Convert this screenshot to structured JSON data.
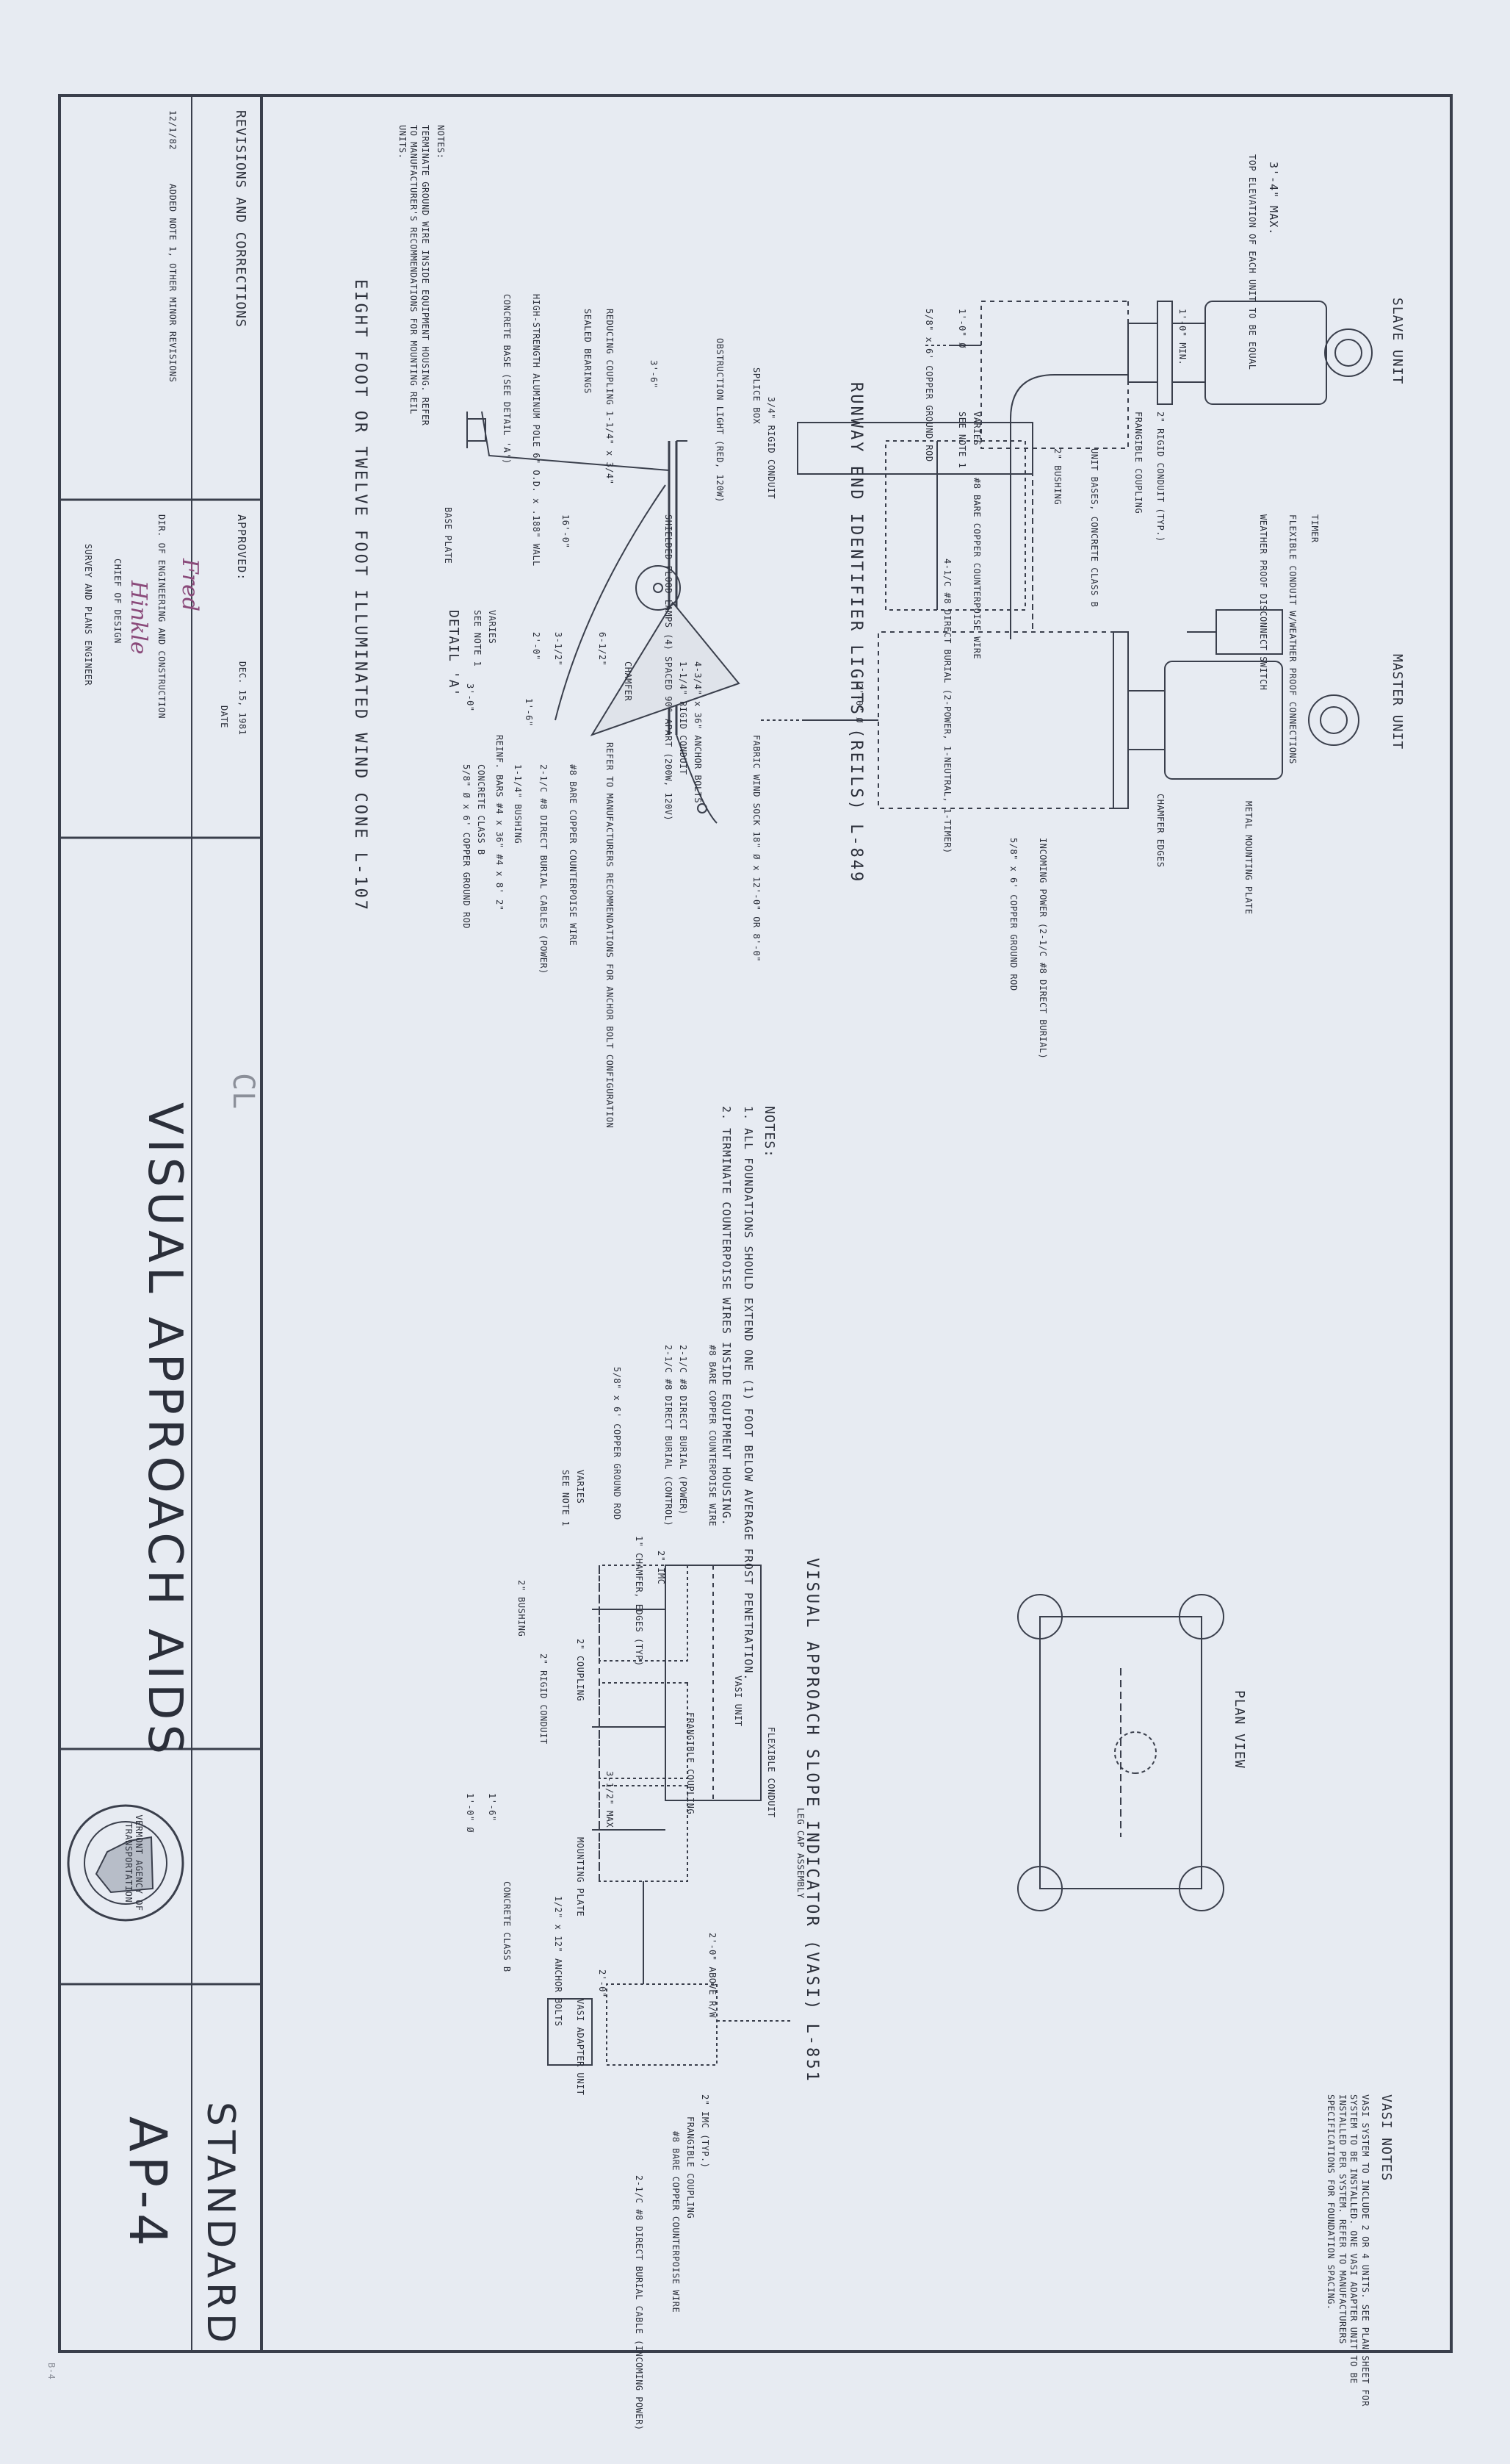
{
  "sheet": {
    "title": "VISUAL APPROACH AIDS",
    "mark": "CL",
    "standard_label": "STANDARD",
    "standard_number": "AP-4",
    "agency_seal": "VERMONT AGENCY OF TRANSPORTATION",
    "sheet_mark": "B-4"
  },
  "revisions": {
    "header": "REVISIONS AND CORRECTIONS",
    "date": "12/1/82",
    "entry": "ADDED NOTE 1, OTHER MINOR REVISIONS"
  },
  "approval": {
    "label": "APPROVED:",
    "date_value": "DEC. 15, 1981",
    "date_label": "DATE",
    "signer1": "DIR. OF ENGINEERING AND CONSTRUCTION",
    "signer2": "CHIEF OF DESIGN",
    "signer3": "SURVEY AND PLANS ENGINEER"
  },
  "reil": {
    "title": "RUNWAY END IDENTIFIER LIGHTS (REILS) L-849",
    "slave_unit": "SLAVE UNIT",
    "master_unit": "MASTER UNIT",
    "max_width": "3'-4\" MAX.",
    "top_elevation": "TOP ELEVATION OF EACH UNIT TO BE EQUAL",
    "rigid_conduit": "2\" RIGID CONDUIT (TYP.)",
    "frangible": "FRANGIBLE COUPLING",
    "timer": "TIMER",
    "flex_conduit": "FLEXIBLE CONDUIT W/WEATHER PROOF CONNECTIONS",
    "disconnect": "WEATHER PROOF DISCONNECT SWITCH",
    "unit_bases": "UNIT BASES, CONCRETE CLASS B",
    "bushing": "2\" BUSHING",
    "counterpoise": "#8 BARE COPPER COUNTERPOISE WIRE",
    "cables": "4-1/C #8 DIRECT BURIAL (2-POWER, 1-NEUTRAL, 1-TIMER)",
    "metal_plate": "METAL MOUNTING PLATE",
    "chamfer": "CHAMFER EDGES",
    "incoming_power": "INCOMING POWER (2-1/C #8 DIRECT BURIAL)",
    "ground_rod": "5/8\" x 6' COPPER GROUND ROD",
    "ground_rod_left": "5/8\" x 6' COPPER GROUND ROD",
    "one_ft_min": "1'-0\" MIN.",
    "varies": "VARIES",
    "see_note": "SEE NOTE 1",
    "dia_left": "1'-0\" Ø",
    "dia_right": "2'-0\" Ø",
    "notes_header": "NOTES:",
    "notes_body": "TERMINATE GROUND WIRE INSIDE EQUIPMENT HOUSING. REFER TO MANUFACTURER'S RECOMMENDATIONS FOR MOUNTING REIL UNITS."
  },
  "windcone": {
    "title": "EIGHT FOOT OR TWELVE FOOT ILLUMINATED WIND CONE L-107",
    "obstruction": "OBSTRUCTION LIGHT (RED, 120W)",
    "splice_box": "SPLICE BOX",
    "rigid": "3/4\" RIGID CONDUIT",
    "reducing": "REDUCING COUPLING 1-1/4\" x 3/4\"",
    "sealed": "SEALED BEARINGS",
    "pole": "HIGH-STRENGTH ALUMINUM POLE 6\" O.D. x .188\" WALL",
    "base": "CONCRETE BASE (SEE DETAIL 'A')",
    "flood": "SHIELDED FLOOD LAMPS (4) SPACED 90° APART (200W, 120V)",
    "sock": "FABRIC WIND SOCK 18\" Ø x 12'-0\" OR 8'-0\"",
    "base_plate": "BASE PLATE",
    "dim16": "16'-0\"",
    "dim36": "3'-6\"",
    "detail": "DETAIL 'A'",
    "anchor": "4-3/4\" x 36\" ANCHOR BOLTS",
    "conduit114": "1-1/4\" RIGID CONDUIT",
    "chamfer": "CHAMFER",
    "refer": "REFER TO MANUFACTURERS RECOMMENDATIONS FOR ANCHOR BOLT CONFIGURATION",
    "counterpoise": "#8 BARE COPPER COUNTERPOISE WIRE",
    "cables": "2-1/C #8 DIRECT BURIAL CABLES (POWER)",
    "bushing": "1-1/4\" BUSHING",
    "concrete": "CONCRETE CLASS B",
    "ground_rod": "5/8\" Ø x 6' COPPER GROUND ROD",
    "rebar": "REINF. BARS #4 x 36\" #4 x 8' 2\"",
    "varies": "VARIES",
    "see_note": "SEE NOTE 1",
    "d1": "2'-0\"",
    "d2": "6-1/2\"",
    "d3": "3'-0\"",
    "d4": "1'-6\"",
    "d5": "3-1/2\""
  },
  "vasi": {
    "title": "VISUAL APPROACH SLOPE INDICATOR (VASI) L-851",
    "plan_view": "PLAN VIEW",
    "vasi_unit": "VASI UNIT",
    "notes_header": "VASI NOTES",
    "notes_body": "VASI SYSTEM TO INCLUDE 2 OR 4 UNITS. SEE PLAN SHEET FOR SYSTEM TO BE INSTALLED. ONE VASI ADAPTER UNIT TO BE INSTALLED PER SYSTEM. REFER TO MANUFACTURERS SPECIFICATIONS FOR FOUNDATION SPACING.",
    "counterpoise": "#8 BARE COPPER COUNTERPOISE WIRE",
    "direct_power": "2-1/C #8 DIRECT BURIAL (POWER)",
    "direct_control": "2-1/C #8 DIRECT BURIAL (CONTROL)",
    "ground_rod": "5/8\" x 6' COPPER GROUND ROD",
    "chamfer": "1\" CHAMFER, EDGES (TYP)",
    "imc": "2\" IMC",
    "coupling": "2\" COUPLING",
    "rigid": "2\" RIGID CONDUIT",
    "bushing": "2\" BUSHING",
    "flex": "FLEXIBLE CONDUIT",
    "frangible": "FRANGIBLE COUPLING",
    "leg_cap": "LEG CAP ASSEMBLY",
    "mounting_plate": "MOUNTING PLATE",
    "anchor": "1/2\" x 12\" ANCHOR BOLTS",
    "concrete": "CONCRETE CLASS B",
    "adapter": "VASI ADAPTER UNIT",
    "above_rw": "2'-0\" ABOVE R/W",
    "imc_typ": "2\" IMC (TYP.)",
    "frangible2": "FRANGIBLE COUPLING",
    "incoming": "2-1/C #8 DIRECT BURIAL CABLE (INCOMING POWER)",
    "counterpoise2": "#8 BARE COPPER COUNTERPOISE WIRE",
    "varies": "VARIES",
    "see_note": "SEE NOTE 1",
    "d1": "1'-6\"",
    "d2": "1'-0\" Ø",
    "d3": "2'-0\"",
    "d4": "3-1/2\" MAX"
  },
  "general_notes": {
    "header": "NOTES:",
    "note1": "1. ALL FOUNDATIONS SHOULD EXTEND ONE (1) FOOT BELOW AVERAGE FROST PENETRATION.",
    "note2": "2. TERMINATE COUNTERPOISE WIRES INSIDE EQUIPMENT HOUSING."
  }
}
